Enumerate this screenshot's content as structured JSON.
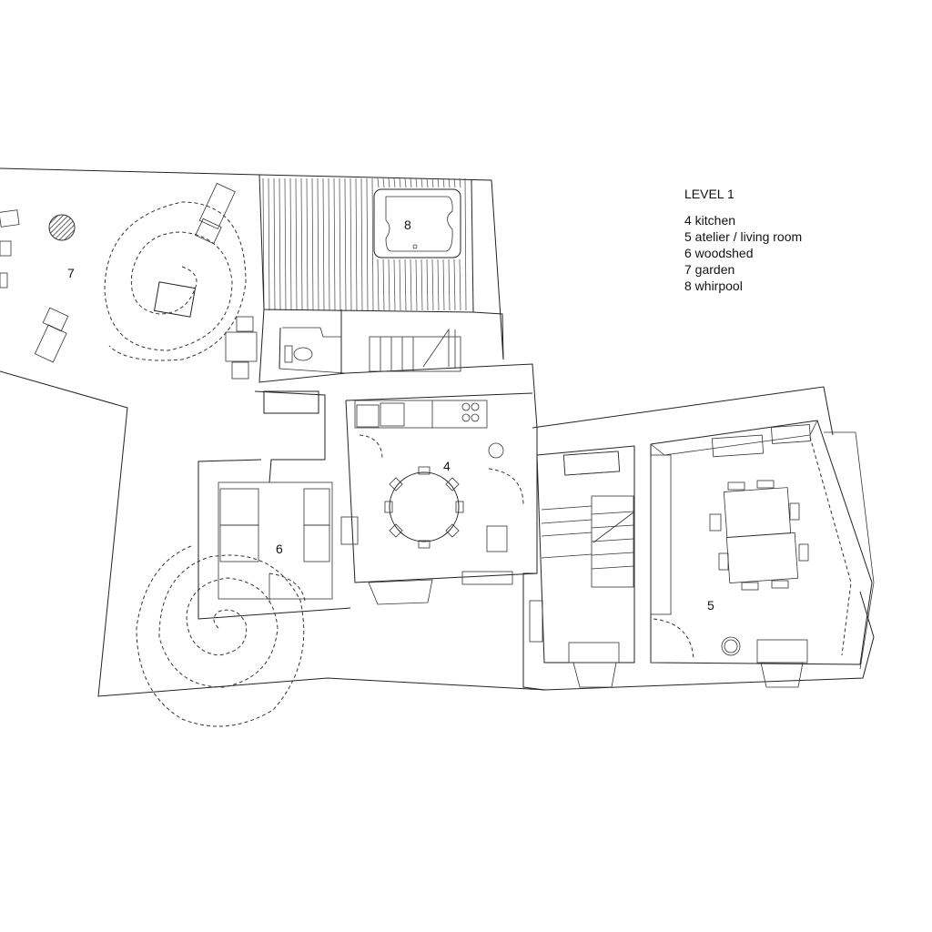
{
  "legend": {
    "title": "LEVEL 1",
    "items": [
      {
        "number": "4",
        "label": "4 kitchen"
      },
      {
        "number": "5",
        "label": "5 atelier / living room"
      },
      {
        "number": "6",
        "label": "6 woodshed"
      },
      {
        "number": "7",
        "label": "7 garden"
      },
      {
        "number": "8",
        "label": "8 whirpool"
      }
    ]
  },
  "room_labels": {
    "kitchen": "4",
    "atelier": "5",
    "woodshed": "6",
    "garden": "7",
    "whirpool": "8"
  }
}
